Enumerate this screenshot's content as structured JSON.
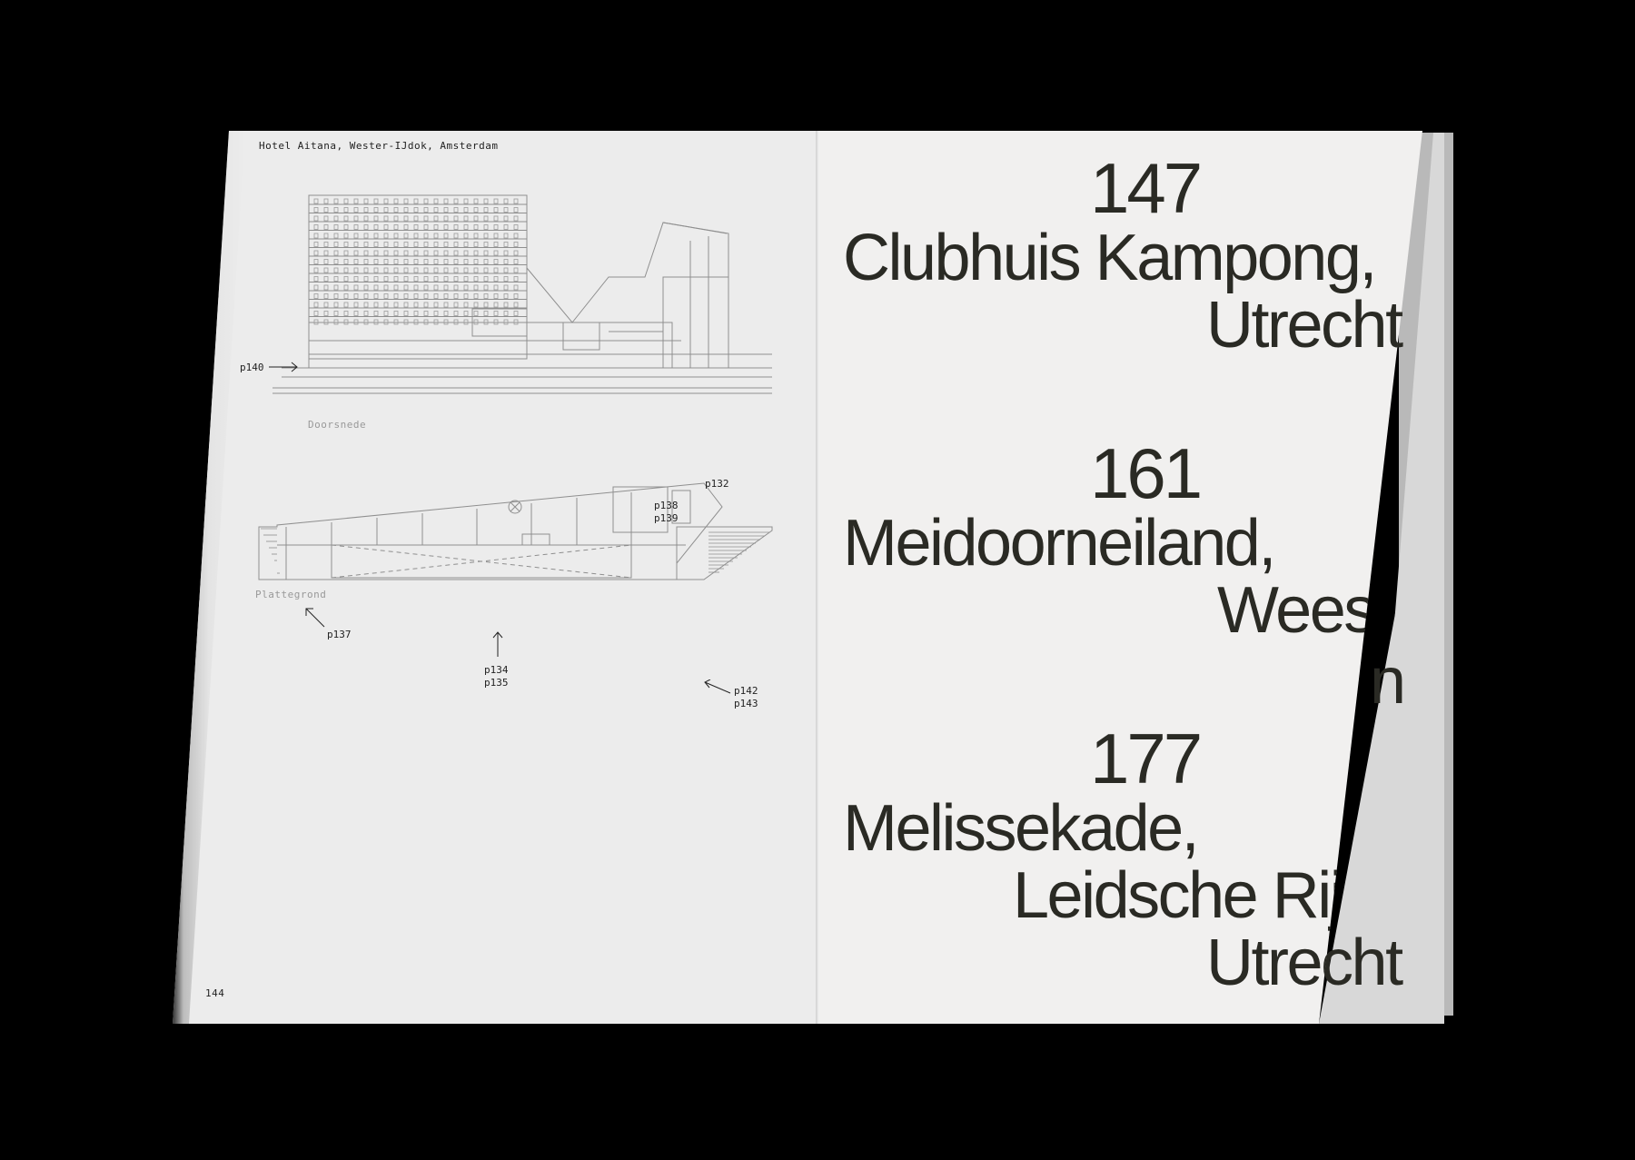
{
  "left_page": {
    "running_head": "Hotel Aitana, Wester-IJdok, Amsterdam",
    "page_number": "144",
    "drawing_labels": {
      "section": "Doorsnede",
      "plan": "Plattegrond"
    },
    "references": {
      "p140": "p140",
      "p132": "p132",
      "p138_p139": [
        "p138",
        "p139"
      ],
      "p137": "p137",
      "p134_p135": [
        "p134",
        "p135"
      ],
      "p142_p143": [
        "p142",
        "p143"
      ]
    }
  },
  "right_page": {
    "entries": [
      {
        "number": "147",
        "lines": [
          "Clubhuis Kampong,",
          "Utrecht"
        ]
      },
      {
        "number": "161",
        "lines": [
          "Meidoorneiland,",
          "Weesp"
        ]
      },
      {
        "number": "177",
        "lines": [
          "Melissekade,",
          "Leidsche Rijn,",
          "Utrecht"
        ]
      }
    ]
  },
  "colors": {
    "background": "#000000",
    "left_paper": "#ececec",
    "right_paper": "#f1f0ef",
    "ink": "#2a2a24",
    "drawing_line": "#8f8f8f"
  }
}
